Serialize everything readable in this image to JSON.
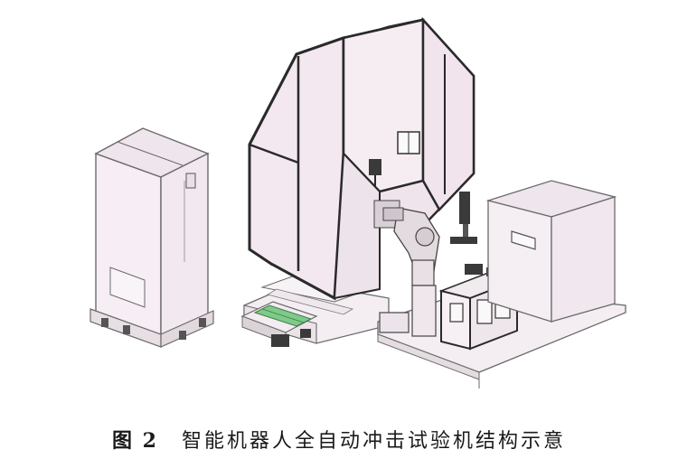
{
  "caption": {
    "label": "图 2",
    "text": "智能机器人全自动冲击试验机结构示意"
  },
  "colors": {
    "panel_fill": "#f2e6ef",
    "frame_dark": "#2a2a2a",
    "line": "#6b6b6b",
    "rail_green": "#7fc98a",
    "base_fill": "#f4eef2"
  },
  "components": [
    {
      "name": "control-cabinet",
      "icon": "tall-cabinet"
    },
    {
      "name": "pendulum-frame",
      "icon": "hexagonal-frame"
    },
    {
      "name": "robot-arm",
      "icon": "robot-arm"
    },
    {
      "name": "specimen-conveyor",
      "icon": "green-rail"
    },
    {
      "name": "measurement-station",
      "icon": "small-cabinet"
    },
    {
      "name": "protective-enclosure",
      "icon": "box-enclosure"
    }
  ]
}
